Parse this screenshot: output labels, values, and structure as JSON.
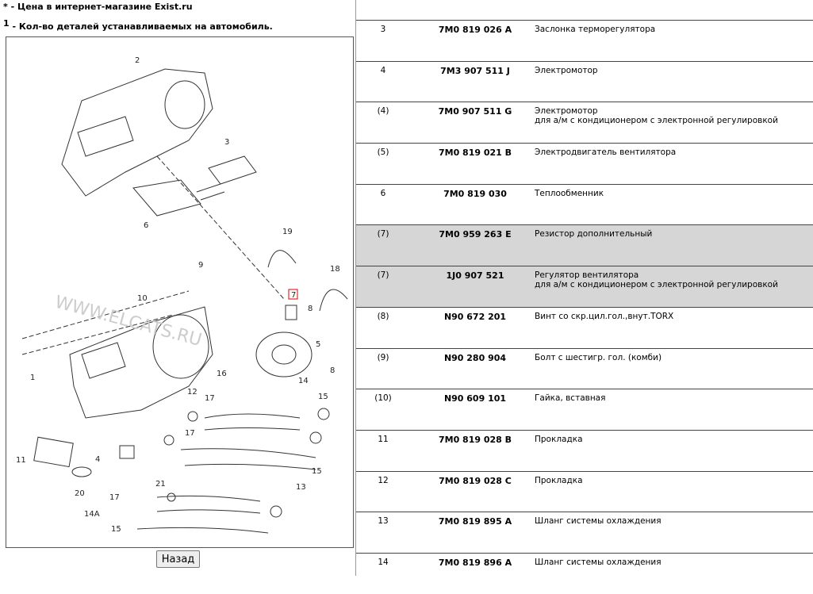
{
  "legend": {
    "price_marker": "*",
    "price_text": "- Цена в интернет-магазине Exist.ru",
    "qty_marker": "1",
    "qty_text": "- Кол-во деталей устанавливаемых на автомобиль."
  },
  "diagram": {
    "watermark": "WWW.ELCATS.RU",
    "callouts": [
      "1",
      "2",
      "3",
      "4",
      "5",
      "6",
      "7",
      "8",
      "8",
      "9",
      "10",
      "11",
      "12",
      "13",
      "14",
      "14A",
      "15",
      "15",
      "15",
      "16",
      "17",
      "17",
      "17",
      "18",
      "19",
      "20",
      "21"
    ]
  },
  "back_button": "Назад",
  "parts": [
    {
      "pos": "3",
      "number": "7M0 819 026 A",
      "name": "Заслонка терморегулятора",
      "note": "",
      "highlight": false
    },
    {
      "pos": "4",
      "number": "7M3 907 511 J",
      "name": "Электромотор",
      "note": "",
      "highlight": false
    },
    {
      "pos": "(4)",
      "number": "7M0 907 511 G",
      "name": "Электромотор",
      "note": "для а/м с кондиционером с электронной регулировкой",
      "highlight": false
    },
    {
      "pos": "(5)",
      "number": "7M0 819 021 B",
      "name": "Электродвигатель вентилятора",
      "note": "",
      "highlight": false
    },
    {
      "pos": "6",
      "number": "7M0 819 030",
      "name": "Теплообменник",
      "note": "",
      "highlight": false
    },
    {
      "pos": "(7)",
      "number": "7M0 959 263 E",
      "name": "Резистор дополнительный",
      "note": "",
      "highlight": true
    },
    {
      "pos": "(7)",
      "number": "1J0 907 521",
      "name": "Регулятор вентилятора",
      "note": "для а/м с кондиционером с электронной регулировкой",
      "highlight": true
    },
    {
      "pos": "(8)",
      "number": "N90 672 201",
      "name": "Винт со скр.цил.гол.,внут.TORX",
      "note": "",
      "highlight": false
    },
    {
      "pos": "(9)",
      "number": "N90 280 904",
      "name": "Болт с шестигр. гол. (комби)",
      "note": "",
      "highlight": false
    },
    {
      "pos": "(10)",
      "number": "N90 609 101",
      "name": "Гайка, вставная",
      "note": "",
      "highlight": false
    },
    {
      "pos": "11",
      "number": "7M0 819 028 B",
      "name": "Прокладка",
      "note": "",
      "highlight": false
    },
    {
      "pos": "12",
      "number": "7M0 819 028 C",
      "name": "Прокладка",
      "note": "",
      "highlight": false
    },
    {
      "pos": "13",
      "number": "7M0 819 895 A",
      "name": "Шланг системы охлаждения",
      "note": "",
      "highlight": false
    },
    {
      "pos": "14",
      "number": "7M0 819 896 A",
      "name": "Шланг системы охлаждения",
      "note": "",
      "highlight": false
    }
  ]
}
